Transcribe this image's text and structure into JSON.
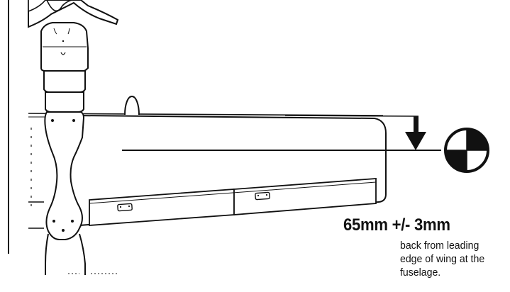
{
  "measurement": {
    "value": "65mm +/- 3mm",
    "caption_lines": [
      "back from leading",
      "edge of wing at the",
      "fuselage."
    ]
  },
  "symbols": {
    "cg_marker": "cg-target-icon",
    "direction_arrow": "down-arrow-icon"
  },
  "colors": {
    "ink": "#111111",
    "background": "#ffffff"
  }
}
